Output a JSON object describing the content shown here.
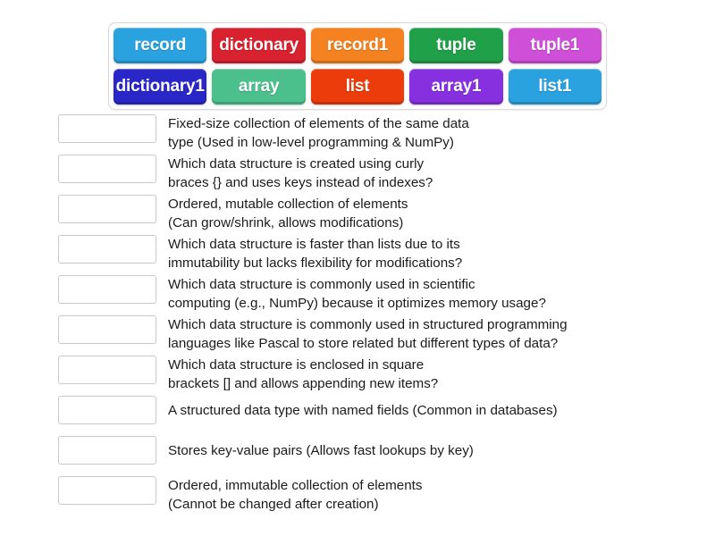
{
  "word_bank": {
    "name": "answer-tiles",
    "rows": [
      [
        {
          "label": "record",
          "color": "#2ba2e0"
        },
        {
          "label": "dictionary",
          "color": "#d8222f"
        },
        {
          "label": "record1",
          "color": "#f58220"
        },
        {
          "label": "tuple",
          "color": "#21a04a"
        },
        {
          "label": "tuple1",
          "color": "#cf4fd8"
        }
      ],
      [
        {
          "label": "dictionary1",
          "color": "#2a27c9"
        },
        {
          "label": "array",
          "color": "#4cc08c"
        },
        {
          "label": "list",
          "color": "#ec3c0c"
        },
        {
          "label": "array1",
          "color": "#8630e0"
        },
        {
          "label": "list1",
          "color": "#2ba2e0"
        }
      ]
    ]
  },
  "questions": [
    {
      "id": "q1",
      "lines": 2,
      "text": "Fixed-size collection of elements of the same data\ntype (Used in low-level programming & NumPy)",
      "answer": ""
    },
    {
      "id": "q2",
      "lines": 2,
      "text": "Which data structure is created using curly\nbraces {} and uses keys instead of indexes?",
      "answer": ""
    },
    {
      "id": "q3",
      "lines": 2,
      "text": "Ordered, mutable collection of elements\n(Can grow/shrink, allows modifications)",
      "answer": ""
    },
    {
      "id": "q4",
      "lines": 2,
      "text": "Which data structure is faster than lists due to its\nimmutability but lacks flexibility for modifications?",
      "answer": ""
    },
    {
      "id": "q5",
      "lines": 2,
      "text": "Which data structure is commonly used in scientific\ncomputing (e.g., NumPy) because it optimizes memory usage?",
      "answer": ""
    },
    {
      "id": "q6",
      "lines": 2,
      "text": "Which data structure is commonly used in structured programming\nlanguages like Pascal to store related but different types of data?",
      "answer": ""
    },
    {
      "id": "q7",
      "lines": 2,
      "text": "Which data structure is enclosed in square\nbrackets [] and allows appending new items?",
      "answer": ""
    },
    {
      "id": "q8",
      "lines": 1,
      "text": "A structured data type with named fields (Common in databases)",
      "answer": ""
    },
    {
      "id": "q9",
      "lines": 1,
      "text": "Stores key-value pairs (Allows fast lookups by key)",
      "answer": ""
    },
    {
      "id": "q10",
      "lines": 2,
      "text": "Ordered, immutable collection of elements\n(Cannot be changed after creation)",
      "answer": ""
    }
  ]
}
